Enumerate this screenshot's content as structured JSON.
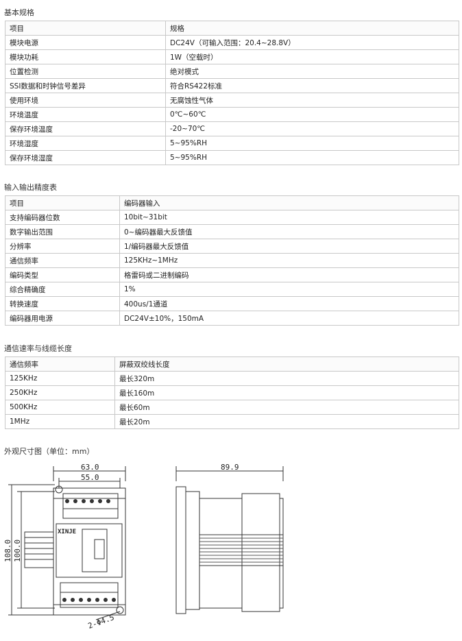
{
  "basic_specs": {
    "title": "基本规格",
    "columns": [
      "项目",
      "规格"
    ],
    "rows": [
      [
        "模块电源",
        "DC24V（可输入范围：20.4~28.8V）"
      ],
      [
        "模块功耗",
        "1W（空载时）"
      ],
      [
        "位置检测",
        "绝对模式"
      ],
      [
        "SSI数据和时钟信号差异",
        "符合RS422标准"
      ],
      [
        "使用环境",
        "无腐蚀性气体"
      ],
      [
        "环境温度",
        "0℃~60℃"
      ],
      [
        "保存环境温度",
        "-20~70℃"
      ],
      [
        "环境湿度",
        "5~95%RH"
      ],
      [
        "保存环境湿度",
        "5~95%RH"
      ]
    ]
  },
  "io_accuracy": {
    "title": "输入输出精度表",
    "columns": [
      "项目",
      "编码器输入"
    ],
    "rows": [
      [
        "支持编码器位数",
        "10bit~31bit"
      ],
      [
        "数字输出范围",
        "0~编码器最大反馈值"
      ],
      [
        "分辨率",
        "1/编码器最大反馈值"
      ],
      [
        "通信频率",
        "125KHz~1MHz"
      ],
      [
        "编码类型",
        "格雷码或二进制编码"
      ],
      [
        "综合精确度",
        "1%"
      ],
      [
        "转换速度",
        "400us/1通道"
      ],
      [
        "编码器用电源",
        "DC24V±10%，150mA"
      ]
    ]
  },
  "comm_speed": {
    "title": "通信速率与线缆长度",
    "columns": [
      "通信频率",
      "屏蔽双绞线长度"
    ],
    "rows": [
      [
        "125KHz",
        "最长320m"
      ],
      [
        "250KHz",
        "最长160m"
      ],
      [
        "500KHz",
        "最长60m"
      ],
      [
        "1MHz",
        "最长20m"
      ]
    ]
  },
  "drawing": {
    "title": "外观尺寸图（单位：mm）",
    "front": {
      "dim_width_outer": "63.0",
      "dim_width_inner": "55.0",
      "dim_height_outer": "108.0",
      "dim_height_inner": "100.0",
      "dim_hole": "2-Φ4.5",
      "brand": "XINJE"
    },
    "side": {
      "dim_depth": "89.9"
    }
  }
}
